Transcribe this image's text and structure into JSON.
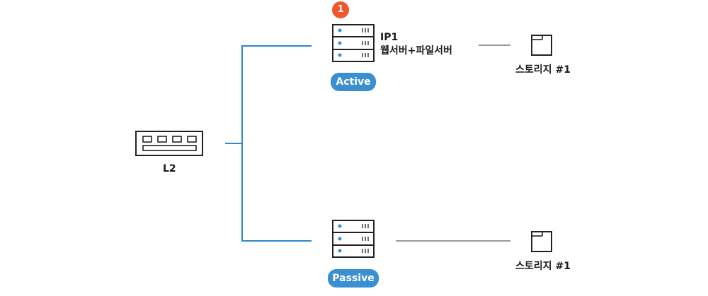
{
  "colors": {
    "accent": "#3a8fd0",
    "line_blue": "#2f88c8",
    "line_dark": "#333333",
    "stroke": "#222222",
    "marker": "#f0582c"
  },
  "switch": {
    "label": "L2",
    "icon": "network-switch-icon"
  },
  "active_server": {
    "marker_number": "1",
    "ip": "IP1",
    "role": "웹서버+파일서버",
    "status_label": "Active",
    "icon": "server-rack-icon"
  },
  "passive_server": {
    "status_label": "Passive",
    "icon": "server-rack-icon"
  },
  "storage_top": {
    "label": "스토리지 #1",
    "icon": "storage-box-icon"
  },
  "storage_bottom": {
    "label": "스토리지 #1",
    "icon": "storage-box-icon"
  }
}
